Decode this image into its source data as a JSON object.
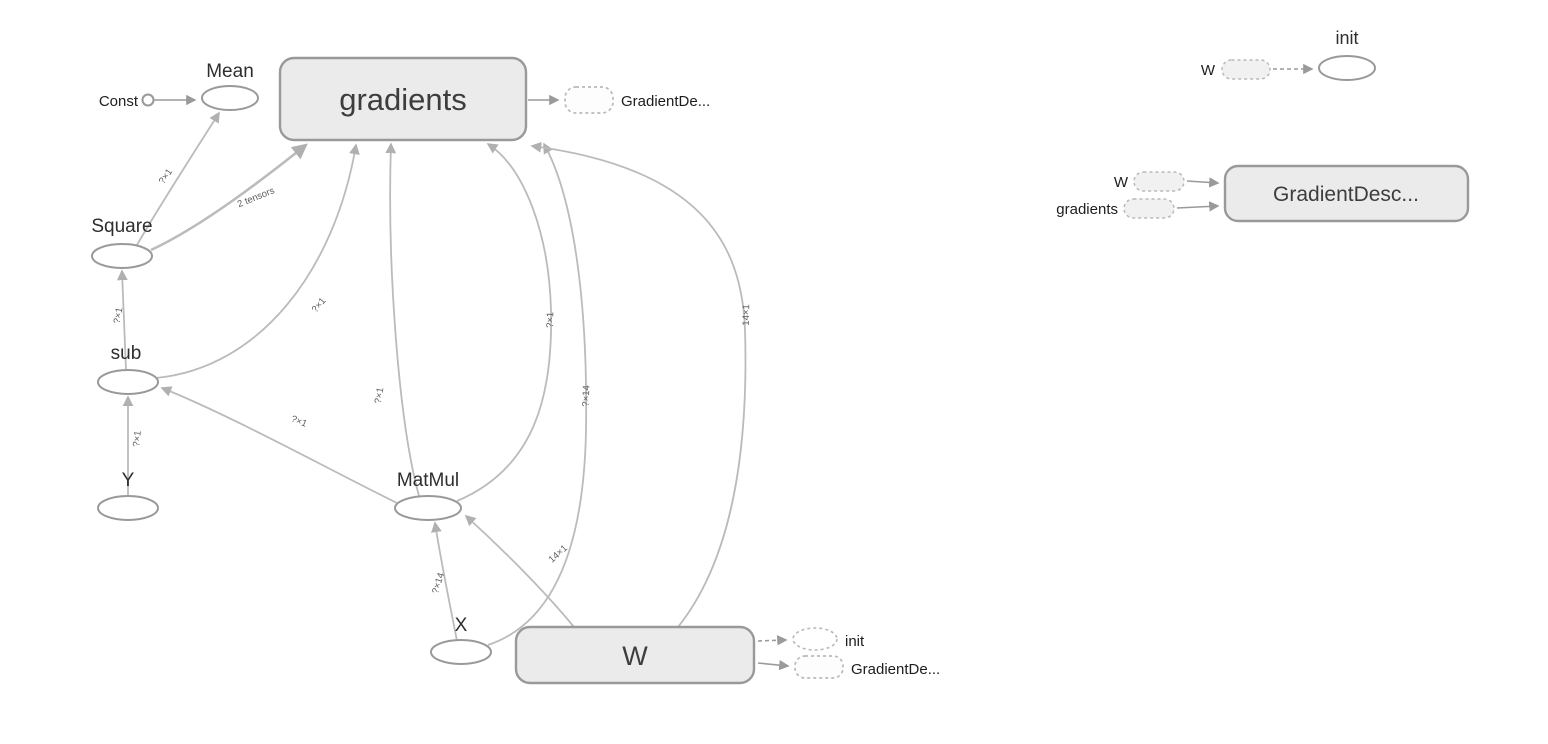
{
  "nodes": {
    "const": "Const",
    "mean": "Mean",
    "gradients": "gradients",
    "square": "Square",
    "sub": "sub",
    "y": "Y",
    "matmul": "MatMul",
    "x": "X",
    "w": "W",
    "gradient_ref_top": "GradientDe...",
    "init_ref": "init",
    "gradient_ref_bottom": "GradientDe..."
  },
  "edge_labels": {
    "square_mean": "?×1",
    "square_gradients": "2 tensors",
    "sub_square": "?×1",
    "sub_gradients": "?×1",
    "y_sub": "?×1",
    "matmul_sub": "?×1",
    "matmul_gradients_a": "?×1",
    "matmul_gradients_b": "?×1",
    "x_matmul": "?×14",
    "x_gradients": "?×14",
    "w_matmul": "14×1",
    "w_gradients": "14×1"
  },
  "aux": {
    "init_title": "init",
    "init_input_label": "W",
    "gd_title": "GradientDesc...",
    "gd_input_w": "W",
    "gd_input_gradients": "gradients"
  },
  "colors": {
    "namespace_fill": "#ebebeb",
    "node_stroke": "#999999",
    "edge_stroke": "#bbbbbb",
    "label_text": "#333333"
  }
}
